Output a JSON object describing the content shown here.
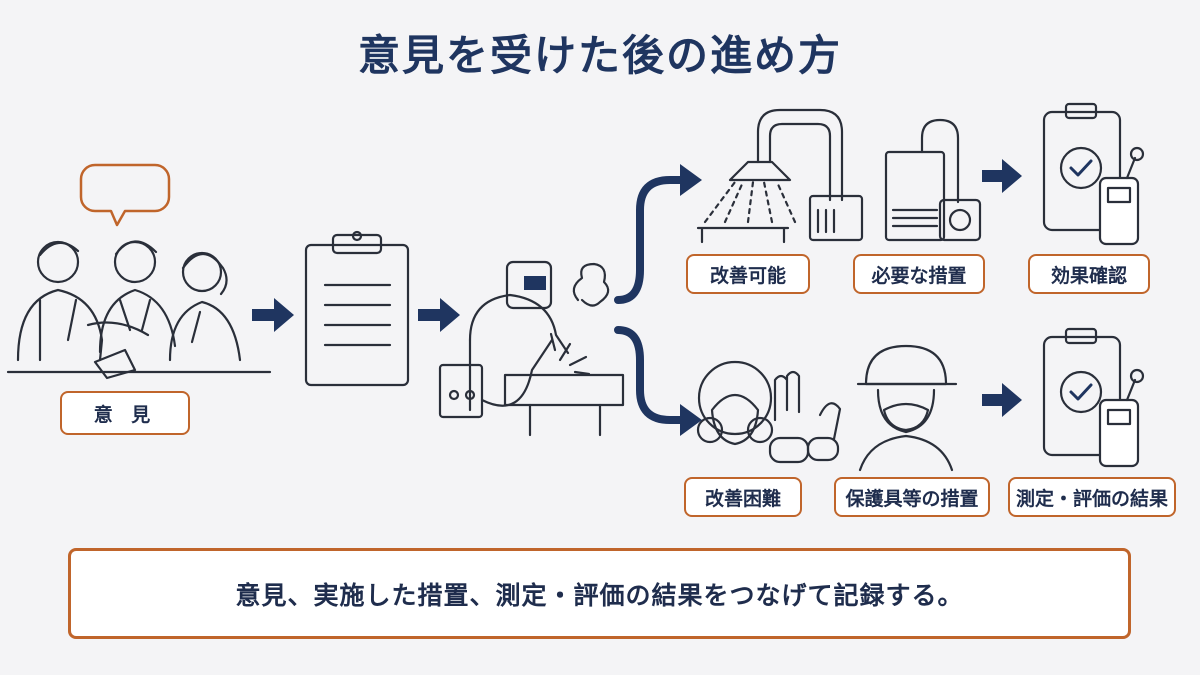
{
  "title": "意見を受けた後の進め方",
  "left": {
    "label": "意 見"
  },
  "upper_path": {
    "steps": [
      "改善可能",
      "必要な措置",
      "効果確認"
    ]
  },
  "lower_path": {
    "steps": [
      "改善困難",
      "保護具等の措置",
      "測定・評価の結果"
    ]
  },
  "footer": "意見、実施した措置、測定・評価の結果をつなげて記録する。",
  "colors": {
    "navy": "#1f3560",
    "accent_border": "#c0652b",
    "line": "#2a2f3a",
    "background": "#f4f4f6"
  }
}
